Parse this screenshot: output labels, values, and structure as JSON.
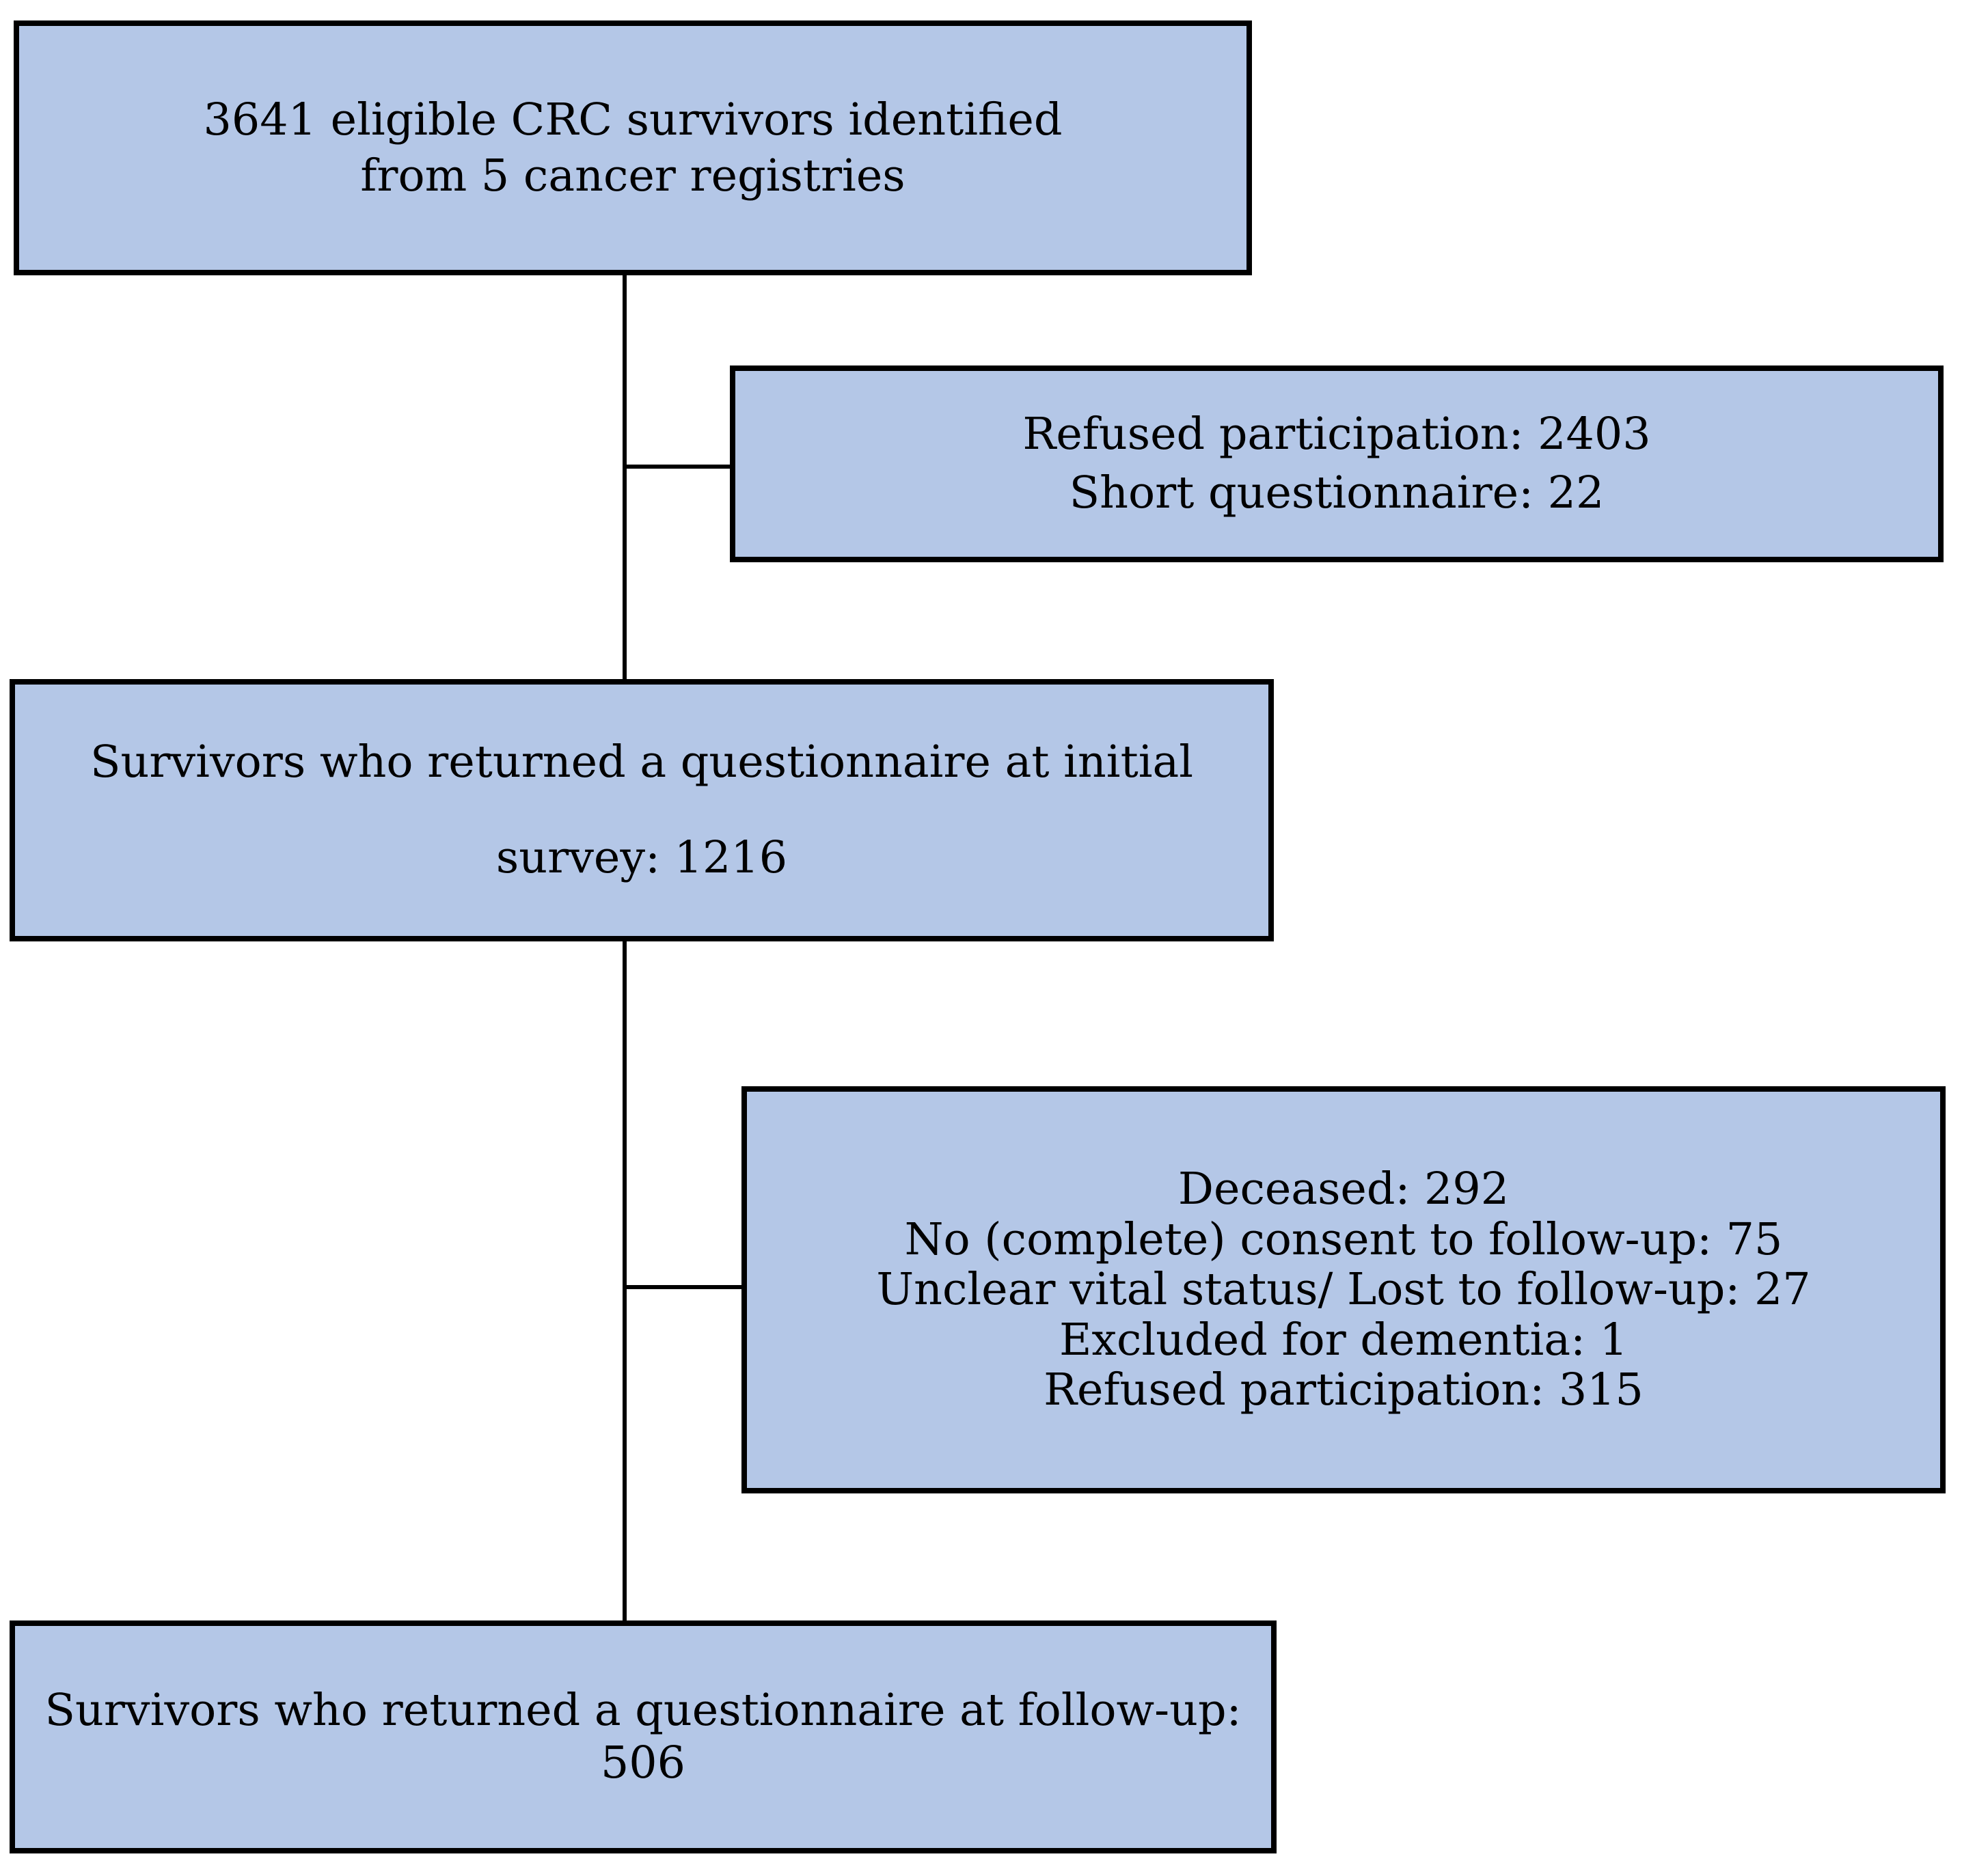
{
  "diagram": {
    "type": "flowchart",
    "colors": {
      "background": "#ffffff",
      "box_fill": "#b4c7e7",
      "box_border": "#000000",
      "line_color": "#000000",
      "text_color": "#000000"
    },
    "boxes": [
      {
        "id": "eligible",
        "lines": [
          "3641 eligible CRC survivors identified",
          "from 5 cancer registries"
        ]
      },
      {
        "id": "refused-initial",
        "lines": [
          "Refused participation: 2403",
          "Short questionnaire: 22"
        ]
      },
      {
        "id": "initial-survey",
        "lines": [
          "Survivors who returned a questionnaire at initial",
          "survey: 1216"
        ]
      },
      {
        "id": "followup-exclusions",
        "lines": [
          "Deceased: 292",
          "No (complete) consent to follow-up: 75",
          "Unclear vital status/ Lost to follow-up: 27",
          "Excluded for dementia: 1",
          "Refused participation: 315"
        ]
      },
      {
        "id": "followup-survey",
        "lines": [
          "Survivors who returned a questionnaire at follow-up:",
          "506"
        ]
      }
    ]
  }
}
